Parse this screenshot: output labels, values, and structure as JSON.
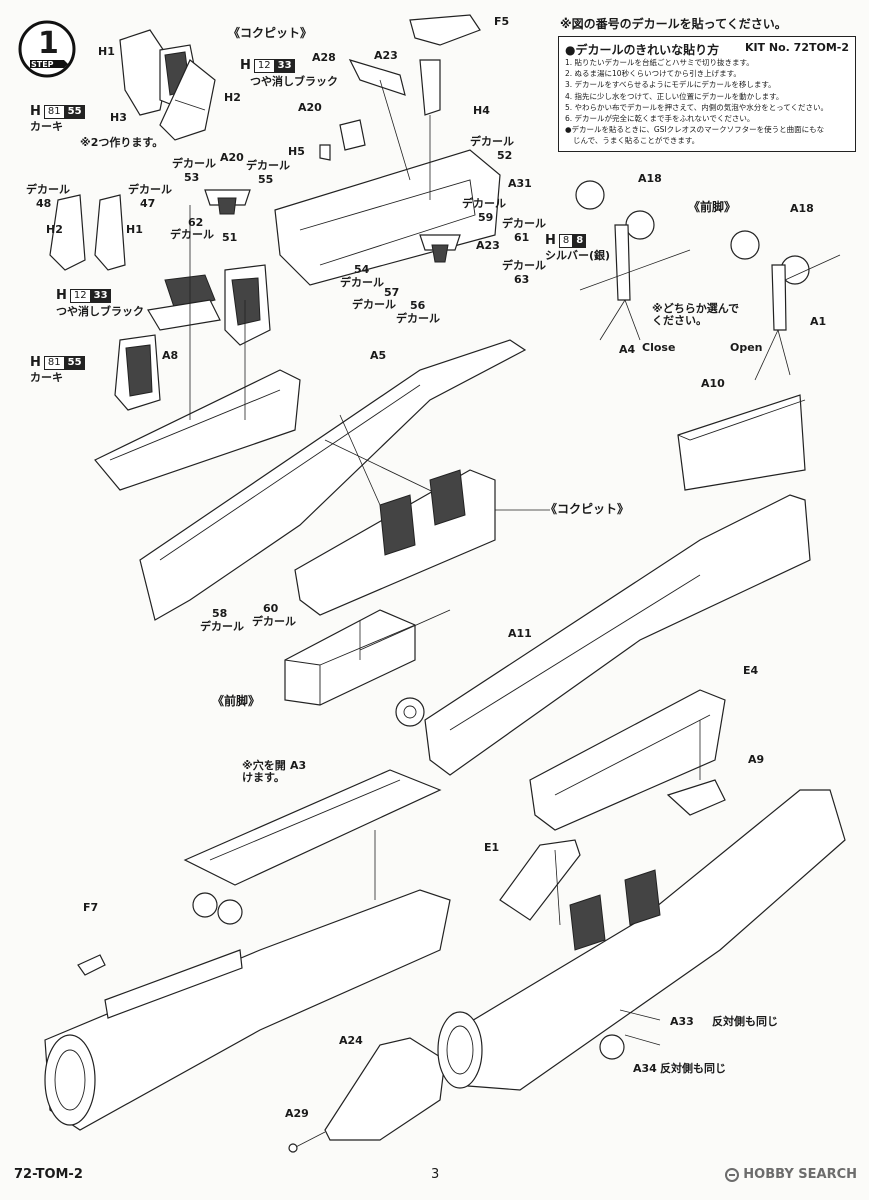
{
  "step": {
    "number": "1",
    "label": "STEP"
  },
  "decal_notice": {
    "heading": "※図の番号のデカールを貼ってください。",
    "title": "●デカールのきれいな貼り方",
    "kit_number": "KIT No. 72TOM-2",
    "steps": [
      "1. 貼りたいデカールを台紙ごとハサミで切り抜きます。",
      "2. ぬるま湯に10秒くらいつけてから引き上げます。",
      "3. デカールをすべらせるようにモデルにデカールを移します。",
      "4. 指先に少し水をつけて、正しい位置にデカールを動かします。",
      "5. やわらかい布でデカールを押さえて、内側の気泡や水分をとってください。",
      "6. デカールが完全に乾くまで手をふれないでください。",
      "●デカールを貼るときに、GSIクレオスのマークソフターを使うと曲面にもな",
      "じんで、うまく貼ることができます。"
    ]
  },
  "sections": {
    "cockpit_top": "《コクピット》",
    "cockpit_mid": "《コクピット》",
    "nose_gear_right": "《前脚》",
    "nose_gear_left": "《前脚》"
  },
  "paints": {
    "h12_top": {
      "code": "H",
      "box": "12",
      "num": "33",
      "name": "つや消しブラック"
    },
    "h81_top": {
      "code": "H",
      "box": "81",
      "num": "55",
      "name": "カーキ"
    },
    "h12_mid": {
      "code": "H",
      "box": "12",
      "num": "33",
      "name": "つや消しブラック"
    },
    "h81_mid": {
      "code": "H",
      "box": "81",
      "num": "55",
      "name": "カーキ"
    },
    "h8": {
      "code": "H",
      "box": "8",
      "num": "8",
      "name": "シルバー(銀)"
    }
  },
  "notes": {
    "make_two": "※2つ作ります。",
    "choose_one": "※どちらか選んで\nください。",
    "drill_hole": "※穴を開\nけます。",
    "close": "Close",
    "open": "Open",
    "opposite_a33": "反対側も同じ",
    "opposite_a34": "反対側も同じ"
  },
  "parts": {
    "H1_top": "H1",
    "H2_top": "H2",
    "H3": "H3",
    "A28": "A28",
    "A23_top": "A23",
    "F5": "F5",
    "H4": "H4",
    "A20_top": "A20",
    "H5": "H5",
    "A31": "A31",
    "A20_mid": "A20",
    "H2_mid": "H2",
    "H1_mid": "H1",
    "A8": "A8",
    "A5": "A5",
    "A23_mid": "A23",
    "A18_left": "A18",
    "A18_right": "A18",
    "A4": "A4",
    "A1": "A1",
    "A10": "A10",
    "A11": "A11",
    "E4": "E4",
    "A9": "A9",
    "A3": "A3",
    "F7": "F7",
    "E1": "E1",
    "A24": "A24",
    "A29": "A29",
    "A33": "A33",
    "A34": "A34"
  },
  "decals": {
    "d52": {
      "label": "デカール",
      "num": "52"
    },
    "d53": {
      "label": "デカール",
      "num": "53"
    },
    "d55": {
      "label": "デカール",
      "num": "55"
    },
    "d62": {
      "num": "62",
      "label": "デカール"
    },
    "d51": {
      "num": "51"
    },
    "d48": {
      "label": "デカール",
      "num": "48"
    },
    "d47": {
      "label": "デカール",
      "num": "47"
    },
    "d59": {
      "label": "デカール",
      "num": "59"
    },
    "d61": {
      "label": "デカール",
      "num": "61"
    },
    "d63": {
      "label": "デカール",
      "num": "63"
    },
    "d54": {
      "num": "54",
      "label": "デカール"
    },
    "d57": {
      "num": "57",
      "label": "デカール"
    },
    "d56": {
      "num": "56",
      "label": "デカール"
    },
    "d58": {
      "num": "58",
      "label": "デカール"
    },
    "d60": {
      "num": "60",
      "label": "デカール"
    }
  },
  "footer": {
    "code": "72-TOM-2",
    "page": "3",
    "watermark": "HOBBY SEARCH"
  }
}
